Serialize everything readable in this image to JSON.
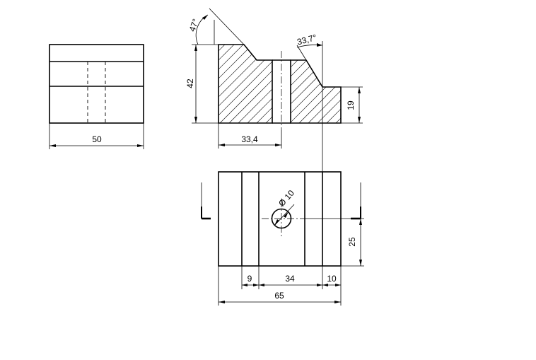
{
  "dimensions": {
    "side_view_width": "50",
    "front_height": "42",
    "front_offset": "33,4",
    "step_height": "19",
    "angle_left": "47°",
    "angle_right": "33,7°",
    "hole_diameter": "10",
    "hole_position": "25",
    "slot_left": "9",
    "slot_middle": "34",
    "slot_right": "10",
    "overall_length": "65"
  }
}
